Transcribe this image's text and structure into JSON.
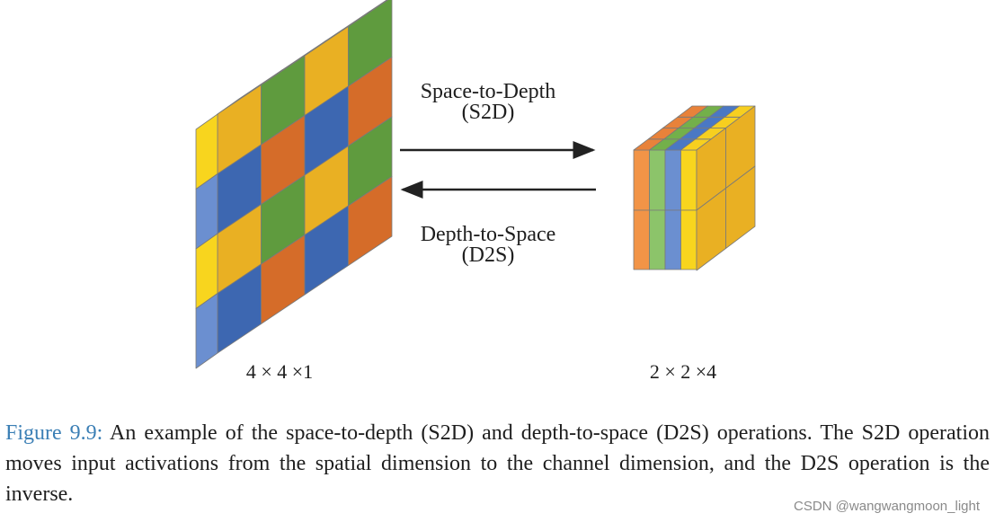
{
  "diagram": {
    "arrow_top": {
      "title": "Space-to-Depth",
      "abbr": "(S2D)"
    },
    "arrow_bottom": {
      "title": "Depth-to-Space",
      "abbr": "(D2S)"
    },
    "left_tensor": {
      "label": "4 × 4 ×1"
    },
    "right_tensor": {
      "label": "2 × 2 ×4"
    },
    "colors": {
      "yellow": "#e9b023",
      "green": "#5f9b3e",
      "blue": "#3d67b1",
      "orange": "#d56c29"
    }
  },
  "caption": {
    "figure_number": "Figure 9.9:",
    "text": " An example of the space-to-depth (S2D) and depth-to-space (D2S) operations. The S2D operation moves input activations from the spatial dimension to the channel dimension, and the D2S operation is the inverse."
  },
  "watermark": "CSDN @wangwangmoon_light"
}
